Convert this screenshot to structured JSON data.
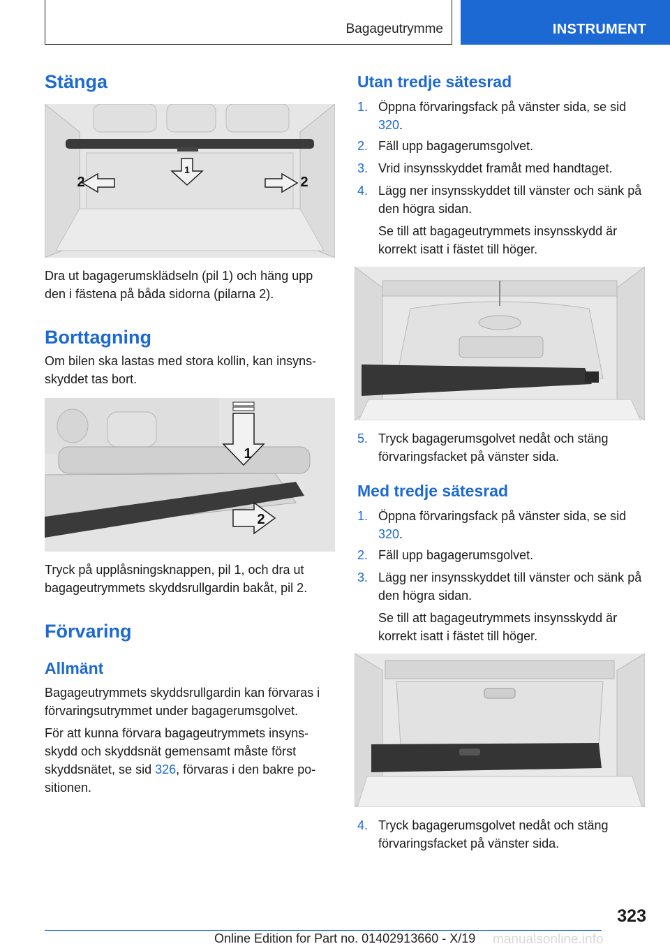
{
  "header": {
    "section": "Bagageutrymme",
    "chapter": "INSTRUMENT"
  },
  "left": {
    "stanga_heading": "Stänga",
    "stanga_caption": "Dra ut bagagerumsklädseln (pil 1) och häng upp den i fästena på båda sidorna (pilarna 2).",
    "stanga_fig_labels": [
      "2",
      "1",
      "2"
    ],
    "borttagning_heading": "Borttagning",
    "borttagning_text": "Om bilen ska lastas med stora kollin, kan insyns-skyddet tas bort.",
    "borttagning_fig_labels": [
      "1",
      "2"
    ],
    "borttagning_caption": "Tryck på upplåsningsknappen, pil 1, och dra ut bagageutrymmets skyddsrullgardin bakåt, pil 2.",
    "forvaring_heading": "Förvaring",
    "allmant_heading": "Allmänt",
    "allmant_text1": "Bagageutrymmets skyddsrullgardin kan förvaras i förvaringsutrymmet under bagagerumsgolvet.",
    "allmant_text2_before": "För att kunna förvara bagageutrymmets insyns-skydd och skyddsnät gemensamt måste först skyddsnätet, se sid ",
    "allmant_text2_link": "326",
    "allmant_text2_after": ", förvaras i den bakre po-sitionen."
  },
  "right": {
    "utan_heading": "Utan tredje sätesrad",
    "utan_steps": [
      {
        "num": "1.",
        "before": "Öppna förvaringsfack på vänster sida, se sid ",
        "link": "320",
        "after": "."
      },
      {
        "num": "2.",
        "text": "Fäll upp bagagerumsgolvet."
      },
      {
        "num": "3.",
        "text": "Vrid insynsskyddet framåt med handtaget."
      },
      {
        "num": "4.",
        "text": "Lägg ner insynsskyddet till vänster och sänk på den högra sidan."
      }
    ],
    "utan_note": "Se till att bagageutrymmets insynsskydd är korrekt isatt i fästet till höger.",
    "utan_step5": {
      "num": "5.",
      "text": "Tryck bagagerumsgolvet nedåt och stäng förvaringsfacket på vänster sida."
    },
    "med_heading": "Med tredje sätesrad",
    "med_steps": [
      {
        "num": "1.",
        "before": "Öppna förvaringsfack på vänster sida, se sid ",
        "link": "320",
        "after": "."
      },
      {
        "num": "2.",
        "text": "Fäll upp bagagerumsgolvet."
      },
      {
        "num": "3.",
        "text": "Lägg ner insynsskyddet till vänster och sänk på den högra sidan."
      }
    ],
    "med_note": "Se till att bagageutrymmets insynsskydd är korrekt isatt i fästet till höger.",
    "med_step4": {
      "num": "4.",
      "text": "Tryck bagagerumsgolvet nedåt och stäng förvaringsfacket på vänster sida."
    }
  },
  "footer": {
    "page_number": "323",
    "edition": "Online Edition for Part no. 01402913660 - X/19",
    "watermark": "manualsonline.info"
  },
  "colors": {
    "accent": "#1c69d4"
  }
}
